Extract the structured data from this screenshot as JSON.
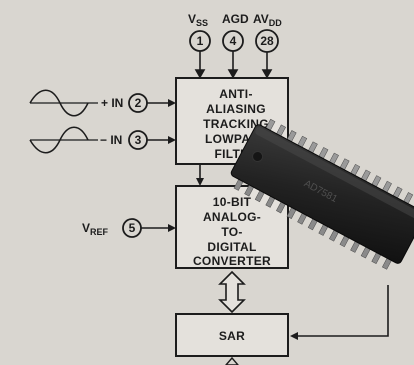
{
  "pins_top": [
    {
      "label": "V",
      "sub": "SS",
      "number": "1"
    },
    {
      "label": "AGD",
      "sub": "",
      "number": "4"
    },
    {
      "label": "AV",
      "sub": "DD",
      "number": "28"
    }
  ],
  "inputs": [
    {
      "label": "+ IN",
      "number": "2"
    },
    {
      "label": "− IN",
      "number": "3"
    }
  ],
  "vref": {
    "label": "V",
    "sub": "REF",
    "number": "5"
  },
  "filter_block": {
    "lines": [
      "ANTI-",
      "ALIASING",
      "TRACKING",
      "LOWPASS",
      "FILTER"
    ]
  },
  "converter_block": {
    "lines": [
      "10-BIT",
      "ANALOG-",
      "TO-",
      "DIGITAL",
      "CONVERTER"
    ]
  },
  "sar_block": {
    "label": "SAR"
  },
  "chip_marking": "AD7581"
}
